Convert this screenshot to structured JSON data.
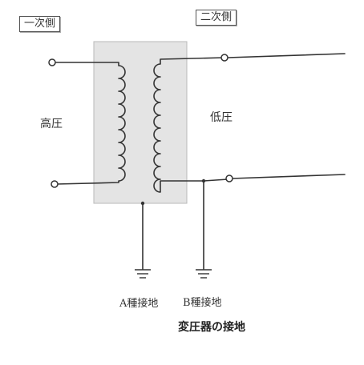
{
  "labels": {
    "primary_side": "一次側",
    "secondary_side": "二次側",
    "high_voltage": "高圧",
    "low_voltage": "低圧",
    "ground_a": "A種接地",
    "ground_b": "B種接地"
  },
  "caption": "変圧器の接地",
  "colors": {
    "line": "#333333",
    "core_fill": "#e4e4e4",
    "core_stroke": "#b8b8b8"
  }
}
